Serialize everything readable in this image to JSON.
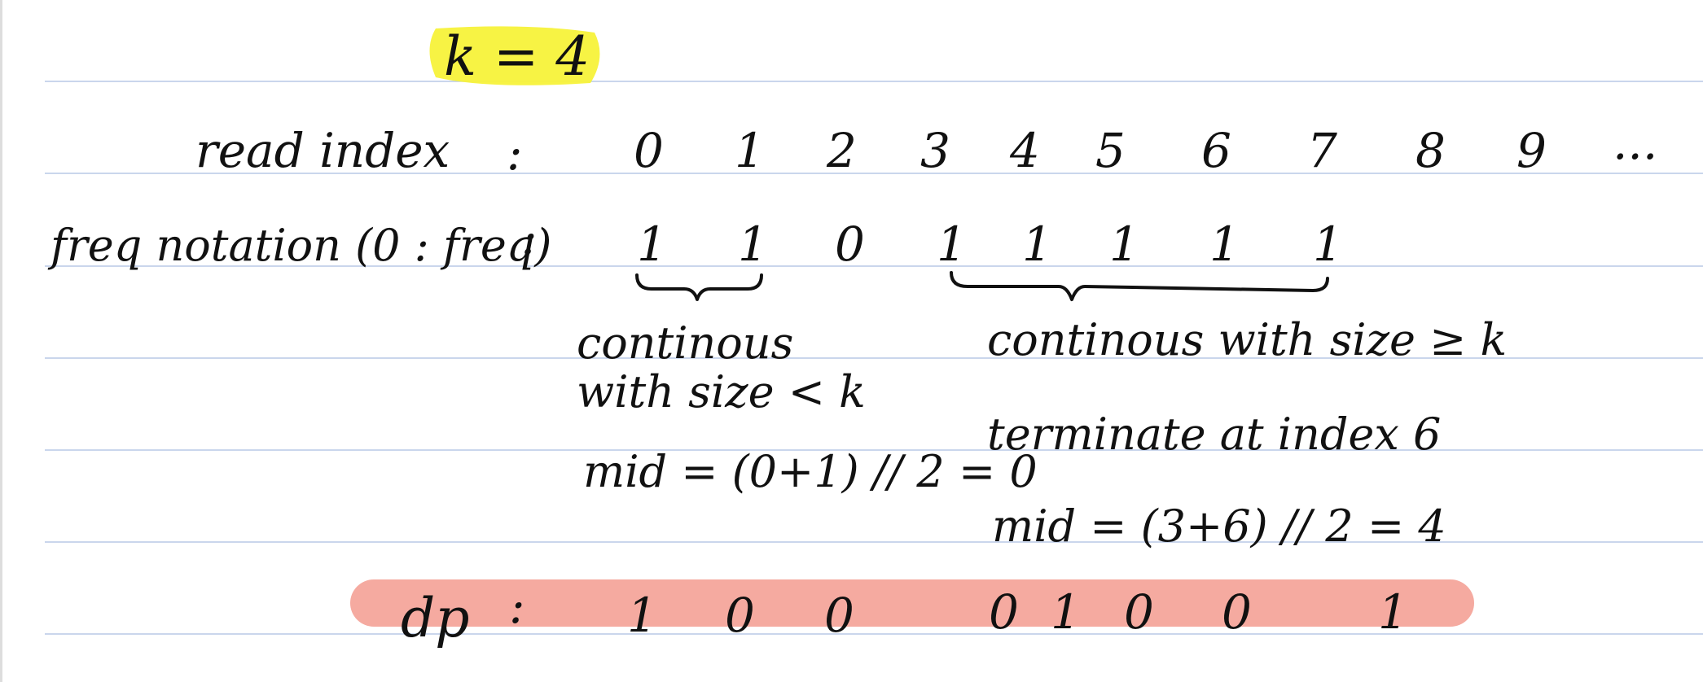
{
  "colors": {
    "highlight_yellow": "#f7f23a",
    "highlight_pink": "#f5aaa0",
    "rule_line": "#b9c9e6"
  },
  "title": "k = 4",
  "read_index": {
    "label": "read index",
    "sep": ":",
    "values": [
      "0",
      "1",
      "2",
      "3",
      "4",
      "5",
      "6",
      "7",
      "8",
      "9"
    ],
    "ellipsis": "..."
  },
  "freq": {
    "label": "freq notation (0 : freq)",
    "sep": ":",
    "values": [
      "1",
      "1",
      "0",
      "1",
      "1",
      "1",
      "1",
      "1"
    ]
  },
  "left_note": {
    "line1": "continous",
    "line2": "with size < k",
    "mid": "mid = (0+1) // 2 = 0"
  },
  "right_note": {
    "line1": "continous with size ≥ k",
    "line2": "terminate at index 6",
    "mid": "mid = (3+6) // 2 = 4"
  },
  "dp": {
    "label": "dp",
    "sep": ":",
    "values": [
      "1",
      "0",
      "0",
      "0",
      "1",
      "0",
      "0",
      "1"
    ]
  }
}
